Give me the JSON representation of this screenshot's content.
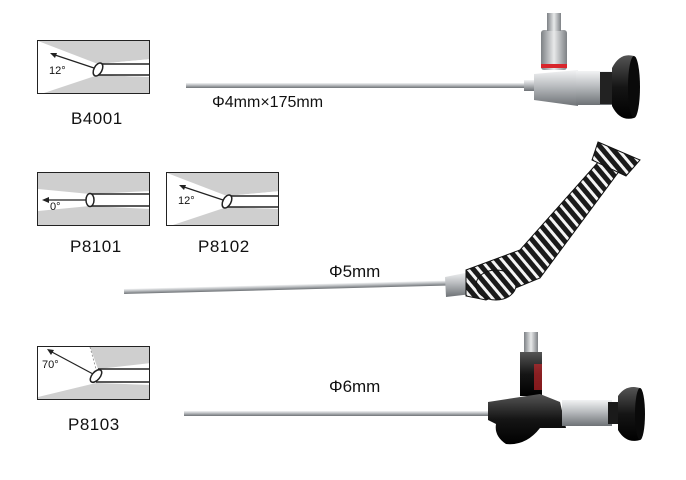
{
  "products": [
    {
      "code": "B4001",
      "angle_label": "12°",
      "dimension": "Φ4mm×175mm"
    },
    {
      "code": "P8101",
      "angle_label": "0°"
    },
    {
      "code": "P8102",
      "angle_label": "12°",
      "dimension": "Φ5mm"
    },
    {
      "code": "P8103",
      "angle_label": "70°",
      "dimension": "Φ6mm"
    }
  ],
  "colors": {
    "diagram_shade": "#cfcfcf",
    "metal": "#b9bcbf",
    "black": "#151515",
    "accent_red": "#d8262c"
  }
}
